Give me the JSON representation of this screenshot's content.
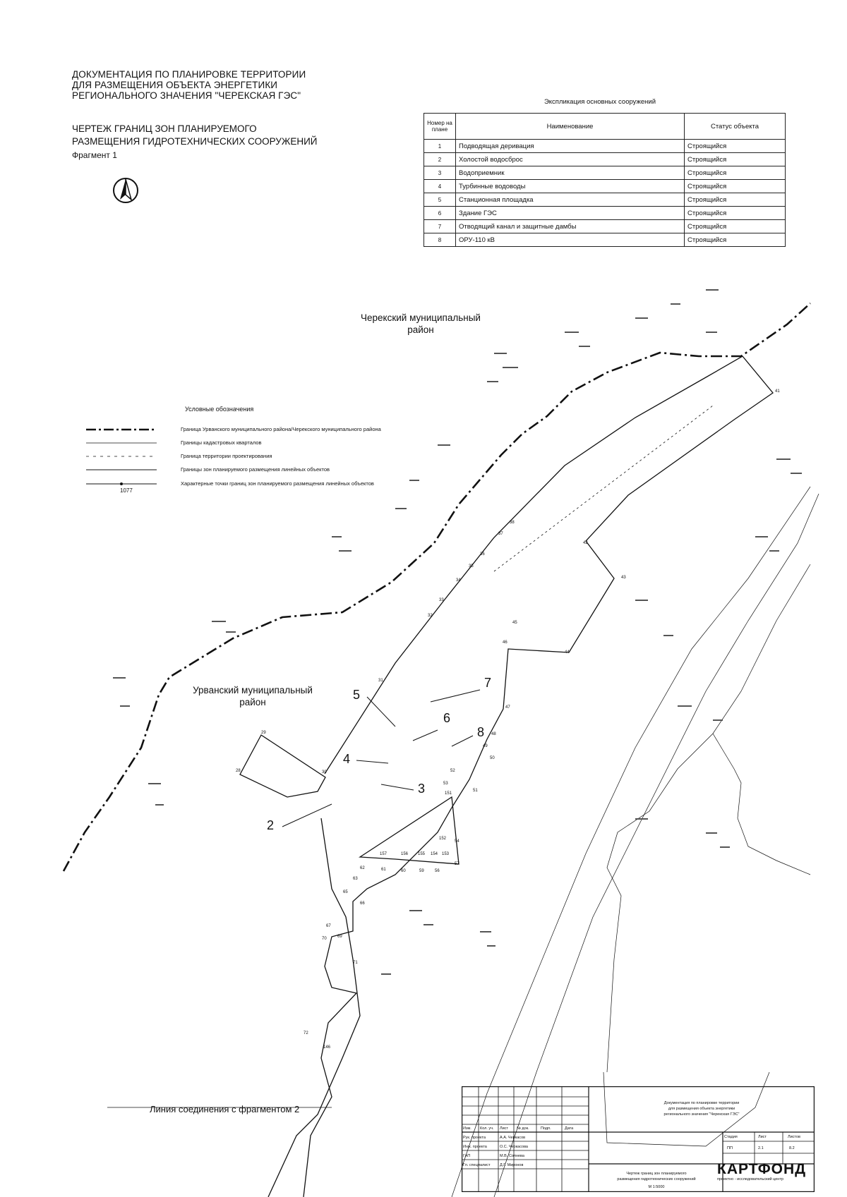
{
  "header": {
    "doc_title": "ДОКУМЕНТАЦИЯ ПО ПЛАНИРОВКЕ ТЕРРИТОРИИ\nДЛЯ РАЗМЕЩЕНИЯ ОБЪЕКТА ЭНЕРГЕТИКИ\nРЕГИОНАЛЬНОГО ЗНАЧЕНИЯ \"ЧЕРЕКСКАЯ ГЭС\"",
    "drawing_title": "ЧЕРТЕЖ ГРАНИЦ ЗОН ПЛАНИРУЕМОГО\nРАЗМЕЩЕНИЯ ГИДРОТЕХНИЧЕСКИХ СООРУЖЕНИЙ",
    "fragment": "Фрагмент 1"
  },
  "explication": {
    "caption": "Экспликация основных сооружений",
    "headers": [
      "Номер на плане",
      "Наименование",
      "Статус объекта"
    ],
    "rows": [
      {
        "no": "1",
        "name": "Подводящая деривация",
        "status": "Строящийся"
      },
      {
        "no": "2",
        "name": "Холостой водосброс",
        "status": "Строящийся"
      },
      {
        "no": "3",
        "name": "Водоприемник",
        "status": "Строящийся"
      },
      {
        "no": "4",
        "name": "Турбинные водоводы",
        "status": "Строящийся"
      },
      {
        "no": "5",
        "name": "Станционная площадка",
        "status": "Строящийся"
      },
      {
        "no": "6",
        "name": "Здание ГЭС",
        "status": "Строящийся"
      },
      {
        "no": "7",
        "name": "Отводящий канал и защитные дамбы",
        "status": "Строящийся"
      },
      {
        "no": "8",
        "name": "ОРУ-110 кВ",
        "status": "Строящийся"
      }
    ]
  },
  "legend": {
    "title": "Условные обозначения",
    "items": [
      "Граница Урванского муниципального района/Черекского муниципального района",
      "Границы кадастровых кварталов",
      "Граница территории проектирования",
      "Границы зон планируемого размещения линейных объектов",
      "Характерные точки границ зон планируемого размещения линейных объектов"
    ],
    "sample_point": "1077"
  },
  "map": {
    "district_north": "Черекский муниципальный\nрайон",
    "district_south": "Урванский муниципальный\nрайон",
    "connection_line": "Линия соединения с фрагментом 2",
    "callouts": [
      "2",
      "3",
      "4",
      "5",
      "6",
      "7",
      "8"
    ],
    "points": [
      "29",
      "28",
      "30",
      "31",
      "32",
      "33",
      "34",
      "35",
      "36",
      "37",
      "38",
      "41",
      "42",
      "43",
      "44",
      "45",
      "46",
      "47",
      "48",
      "49",
      "50",
      "51",
      "52",
      "53",
      "54",
      "56",
      "57",
      "59",
      "60",
      "61",
      "62",
      "63",
      "65",
      "66",
      "67",
      "69",
      "70",
      "71",
      "72",
      "146",
      "151",
      "152",
      "153",
      "154",
      "155",
      "156",
      "157"
    ]
  },
  "stamp": {
    "col_headers": [
      "Изм.",
      "Кол. уч.",
      "Лист",
      "№ док.",
      "Подп.",
      "Дата"
    ],
    "roles": [
      {
        "role": "Рук. проекта",
        "name": "А.А. Черкасов"
      },
      {
        "role": "Инж. проекта",
        "name": "О.С. Черкасова"
      },
      {
        "role": "ГАП",
        "name": "М.В. Солнева"
      },
      {
        "role": "Гл. специалист",
        "name": "Д.Г. Миронов"
      }
    ],
    "project": "Документация по планировке территории\nдля размещения объекта энергетики\nрегионального значения \"Черекская ГЭС\"",
    "sheet_headers": [
      "Стадия",
      "Лист",
      "Листов"
    ],
    "sheet_values": [
      "ПП",
      "2.1",
      "8.2"
    ],
    "sheet_title": "Чертеж границ зон планируемого\nразмещения гидротехнических сооружений",
    "scale": "М 1:5000",
    "company": "КАРТФОНД",
    "company_sub": "проектно - исследовательский центр"
  }
}
